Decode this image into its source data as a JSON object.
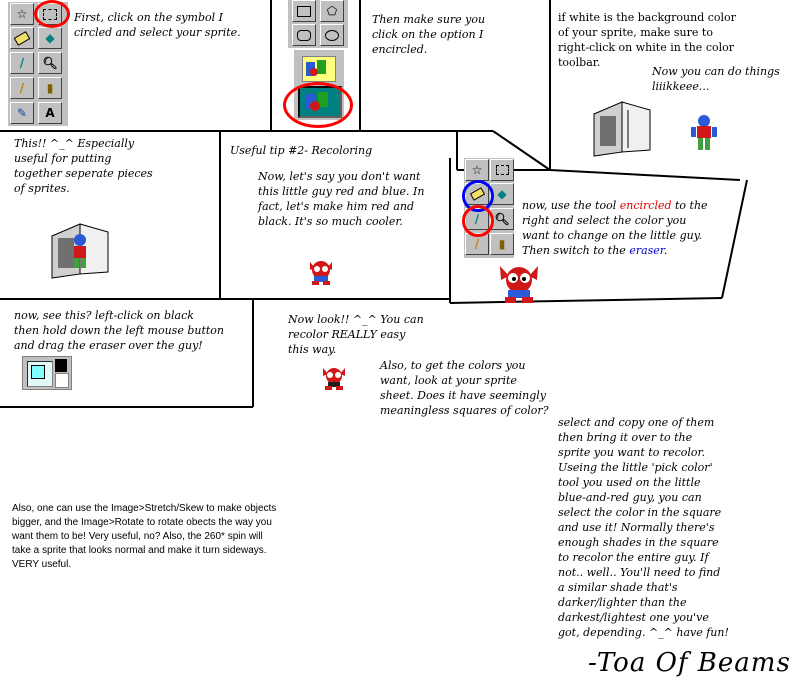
{
  "panels": {
    "first": "First, click on the symbol I\ncircled and select your sprite.",
    "option": "Then make sure you\nclick on the option I\nencircled.",
    "white_bg": "if white is the background color\nof your sprite, make sure to\nright-click on white in the color\ntoolbar.",
    "now_things": "Now you can do things\nliiikkeee...",
    "this": "This!! ^_^ Especially\nuseful for putting\ntogether seperate pieces\nof sprites.",
    "tip2_title": "Useful tip #2- Recoloring",
    "tip2_body": "Now, let's say you don't want\nthis little guy red and blue. In\nfact, let's make him red and\nblack. It's so much cooler.",
    "tool": {
      "pre": "now, use the tool ",
      "encircled": "encircled",
      "mid1": " to the\nright and select the color you\nwant to change on the little guy.\nThen switch to the ",
      "eraser": "eraser",
      "end": "."
    },
    "see_this": "now, see this? left-click on black\nthen hold down the left mouse button\nand drag the eraser over the guy!",
    "now_look": "Now look!! ^_^ You can\nrecolor REALLY easy\nthis way.",
    "also_colors": "Also, to get the colors you\nwant, look at your sprite\nsheet. Does it have seemingly\nmeaningless squares of color?",
    "select_copy": "select and copy one of them\nthen bring it over to the\nsprite you want to recolor.\nUseing the little 'pick color'\ntool you used on the little\nblue-and-red guy, you can\nselect the color in the square\nand use it! Normally there's\nenough shades in the square\nto recolor the entire guy. If\nnot.. well.. You'll need to find\na similar shade that's\ndarker/lighter than the\ndarkest/lightest one you've\ngot, depending. ^_^ have fun!",
    "stretch": "Also, one can use the Image>Stretch/Skew to make objects\nbigger, and the Image>Rotate to rotate obects the way you\nwant them to be! Very useful, no? Also, the 260* spin will\ntake a sprite that looks normal and make it turn sideways.\nVERY useful.",
    "signature": "-Toa Of Beams"
  },
  "toolbar": {
    "text_tool": "A"
  },
  "colors": {
    "circle_red": "#ff0000",
    "circle_blue": "#0000ff",
    "tool_gray": "#c0c0c0",
    "sprite_red": "#d01818",
    "sprite_blue": "#2a5ad8",
    "highlight_teal": "#00a0a0"
  }
}
